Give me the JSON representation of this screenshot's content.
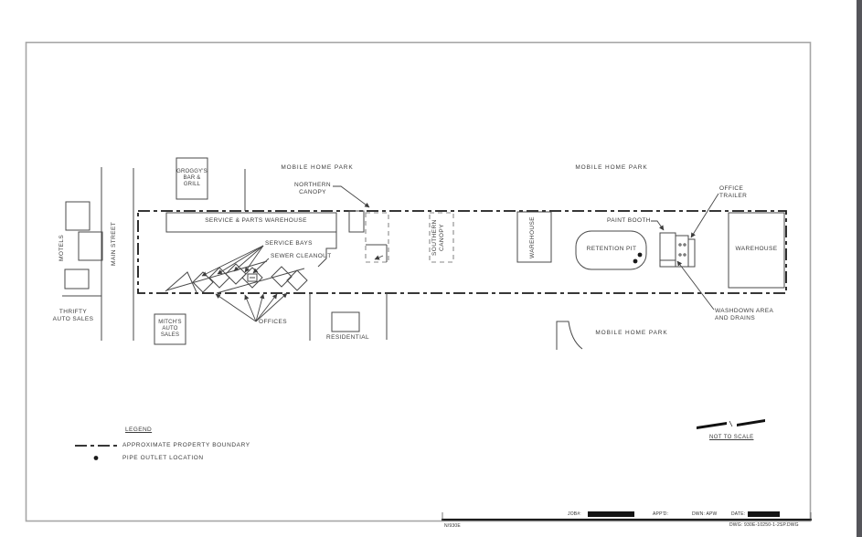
{
  "colors": {
    "background": "#ffffff",
    "line": "#4a4a4a",
    "boundary": "#1b1b1b",
    "sheet_frame": "#a6a6a6",
    "page_edge_strip": "#55555a",
    "text": "#3c3c3c"
  },
  "streets": {
    "main": "MAIN STREET"
  },
  "neighbors": {
    "motels": "MOTELS",
    "thrifty_auto_sales": "THRIFTY\nAUTO SALES",
    "groggys": "GROGGY'S\nBAR &\nGRILL",
    "mitchs": "MITCH'S\nAUTO\nSALES",
    "mhp_top_west": "MOBILE HOME PARK",
    "mhp_top_east": "MOBILE HOME PARK",
    "mhp_south": "MOBILE HOME PARK",
    "residential": "RESIDENTIAL"
  },
  "site": {
    "service_parts_warehouse": "SERVICE & PARTS WAREHOUSE",
    "northern_canopy": "NORTHERN\nCANOPY",
    "southern_canopy": "SOUTHERN\nCANOPY",
    "mid_warehouse": "WAREHOUSE",
    "east_warehouse": "WAREHOUSE",
    "retention_pit": "RETENTION PIT",
    "paint_booth": "PAINT BOOTH",
    "office_trailer": "OFFICE\nTRAILER",
    "washdown": "WASHDOWN AREA\nAND DRAINS",
    "service_bays": "SERVICE BAYS",
    "sewer_cleanout": "SEWER CLEANOUT",
    "offices": "OFFICES"
  },
  "legend": {
    "title": "LEGEND",
    "boundary_label": "APPROXIMATE PROPERTY BOUNDARY",
    "pipe_outlet_label": "PIPE OUTLET LOCATION"
  },
  "titleblock": {
    "not_to_scale": "NOT TO SCALE",
    "job_label": "JOB#:",
    "appd_label": "APP'D:",
    "drawn_label": "DWN: APW",
    "date_label": "DATE:",
    "sheet_ref": "N/930E",
    "dwg_ref": "DWG: 930E-10250-1-2SP.DWG"
  }
}
